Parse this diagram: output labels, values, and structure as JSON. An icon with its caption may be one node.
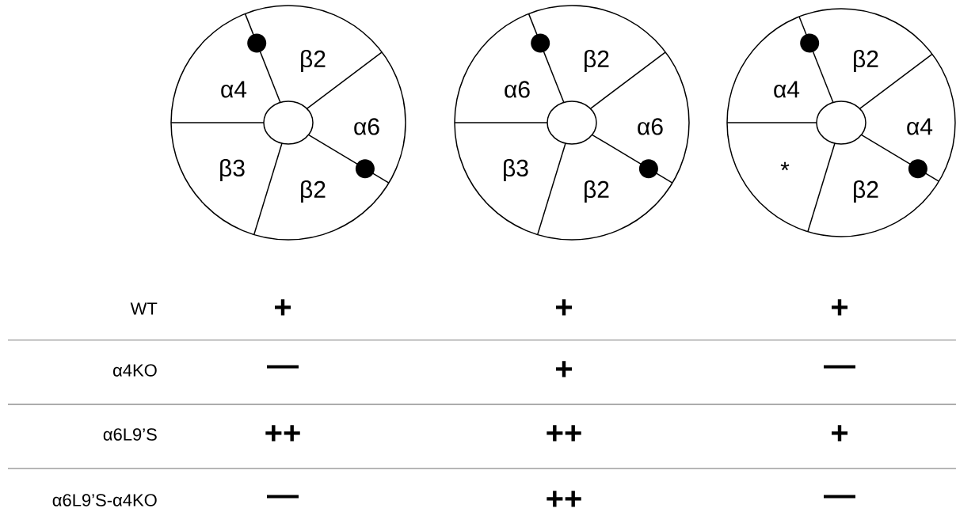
{
  "diagram": {
    "nodes": [
      {
        "text": [
          "α4",
          "β2",
          "α6",
          "β3",
          "β2"
        ]
      },
      {
        "text": [
          "α6",
          "β2",
          "α6",
          "β3",
          "β2"
        ]
      },
      {
        "text": [
          "α4",
          "β2",
          "α4",
          "*",
          "β2"
        ]
      }
    ],
    "labels": [
      "WT",
      "+",
      "+",
      "+",
      "α4KO",
      "—",
      "+",
      "—",
      "α6L9’S",
      "++",
      "++",
      "+",
      "α6L9’S-α4KO",
      "—",
      "++",
      "—"
    ]
  }
}
